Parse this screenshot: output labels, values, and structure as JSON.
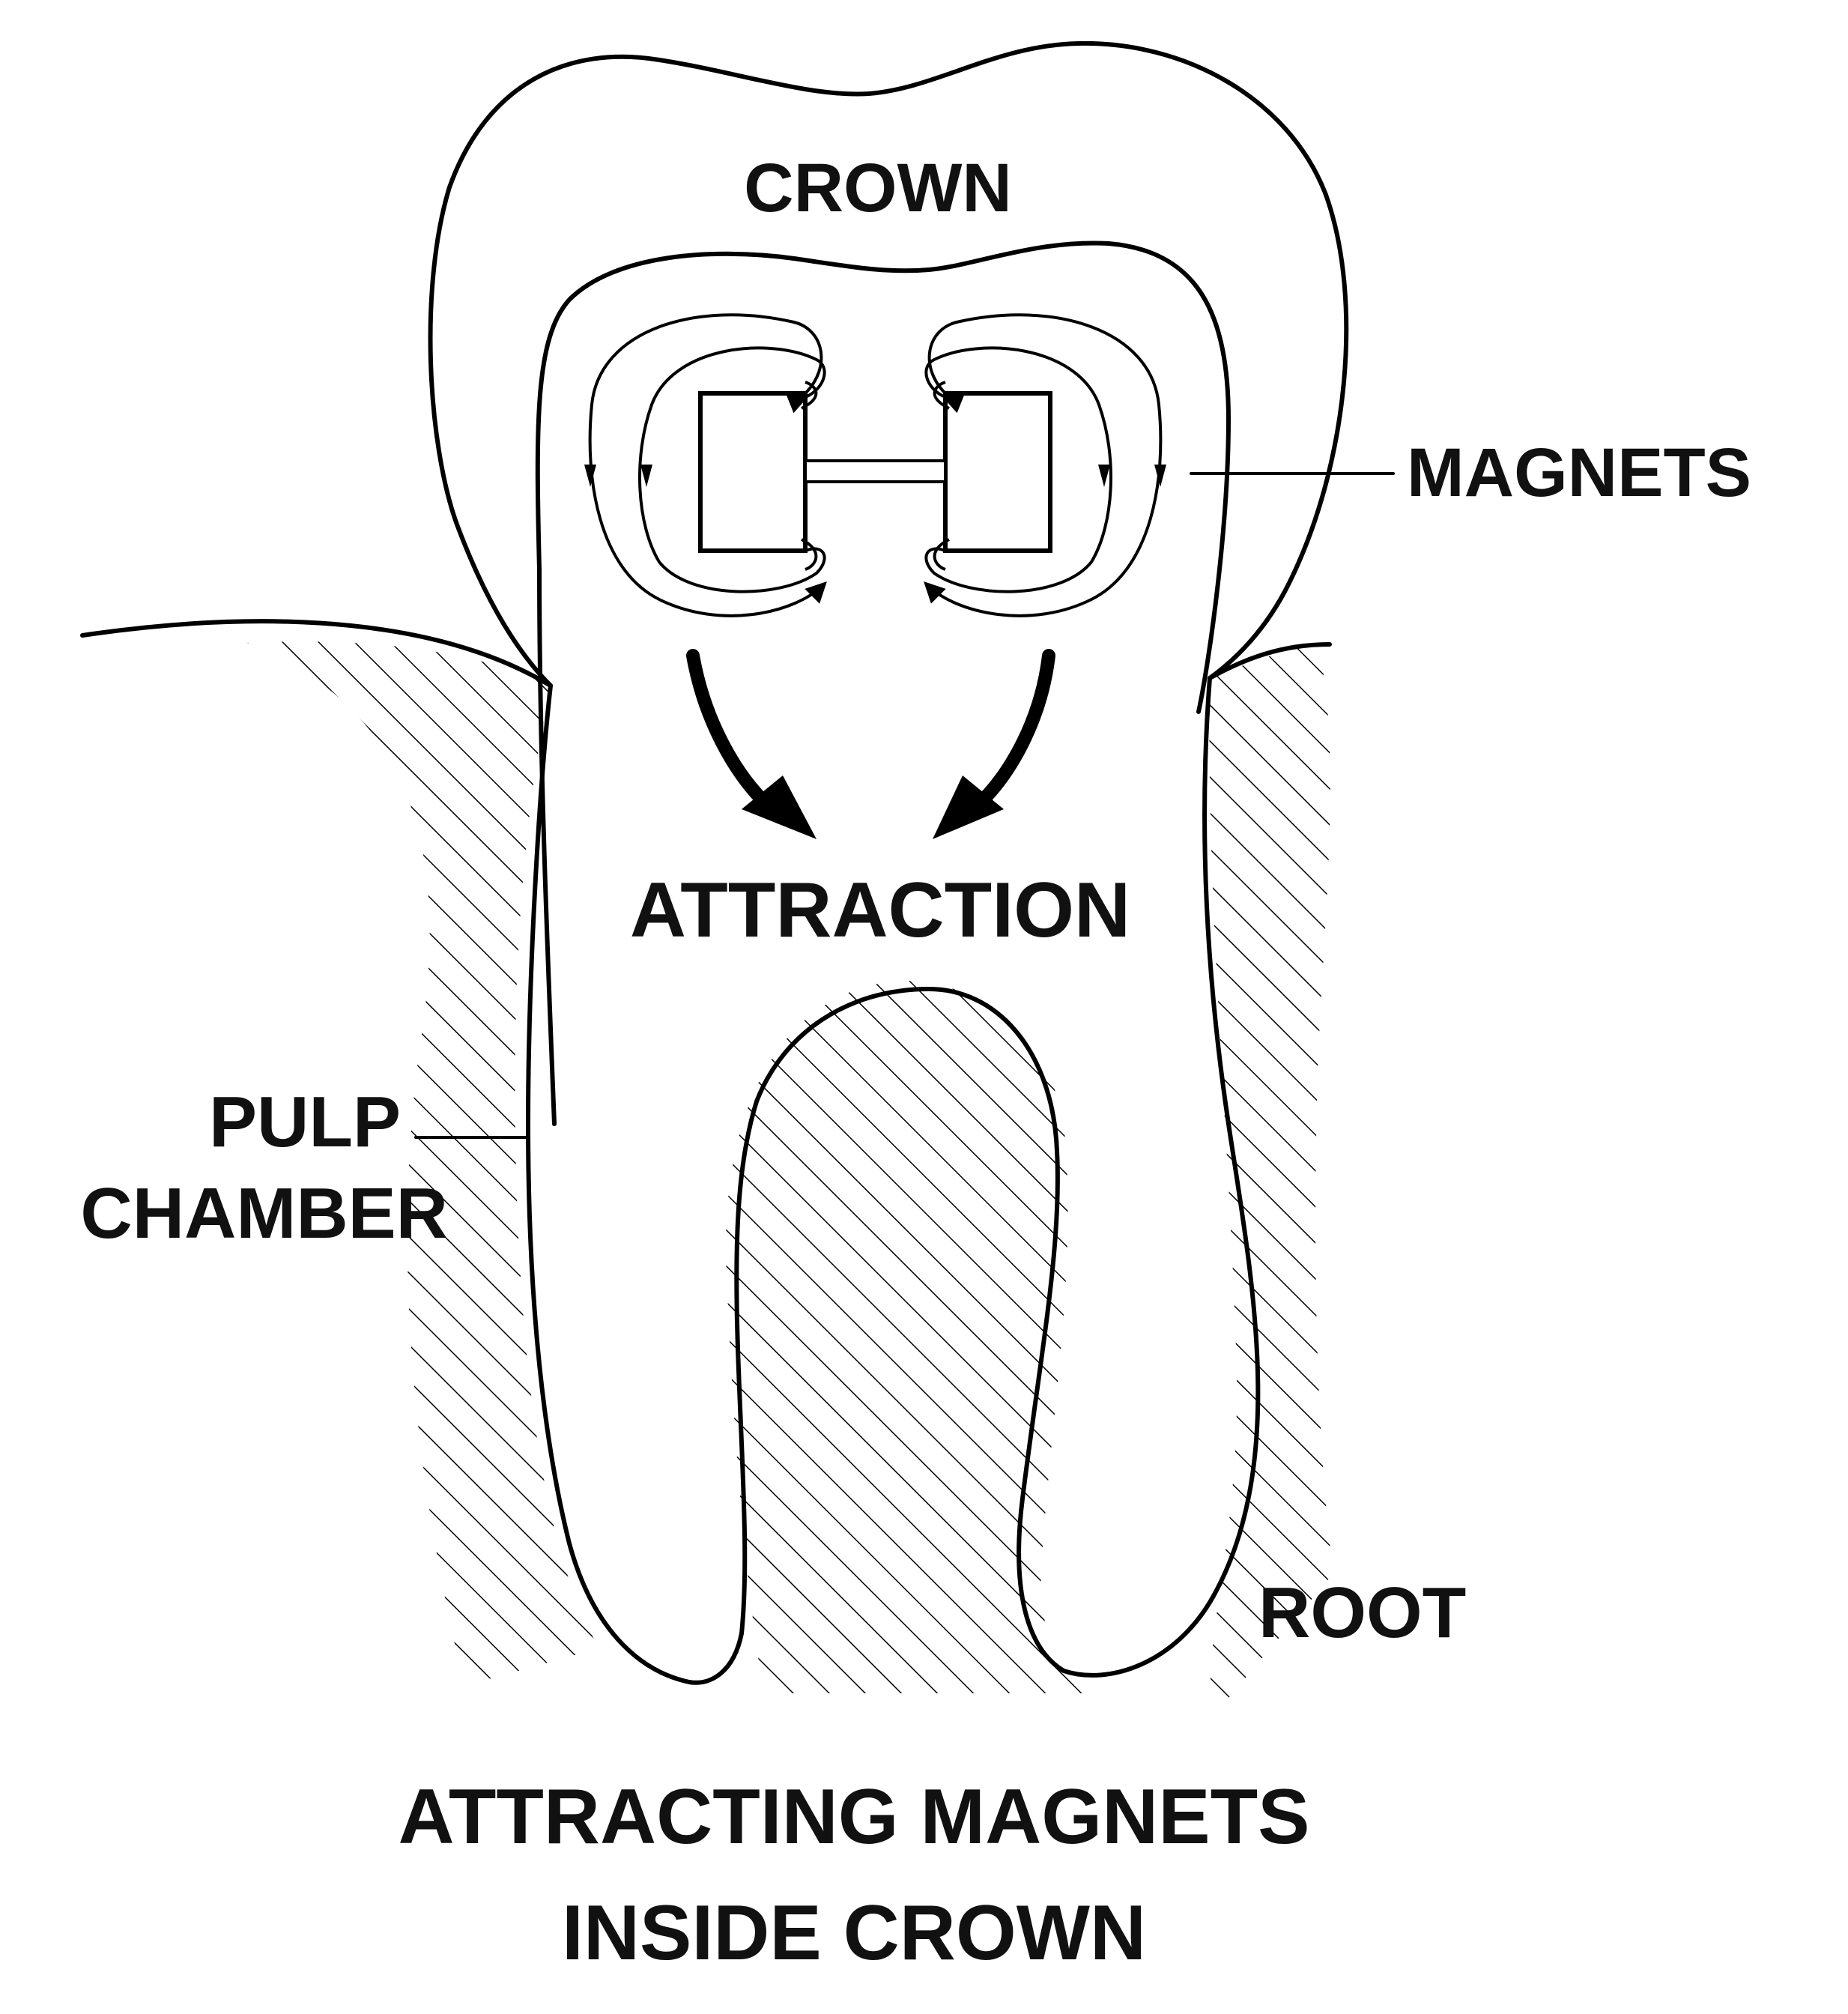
{
  "labels": {
    "crown": "CROWN",
    "magnets": "MAGNETS",
    "attraction": "ATTRACTION",
    "pulp_line1": "PULP",
    "pulp_line2": "CHAMBER",
    "root": "ROOT"
  },
  "caption": {
    "line1": "ATTRACTING MAGNETS",
    "line2": "INSIDE CROWN"
  }
}
